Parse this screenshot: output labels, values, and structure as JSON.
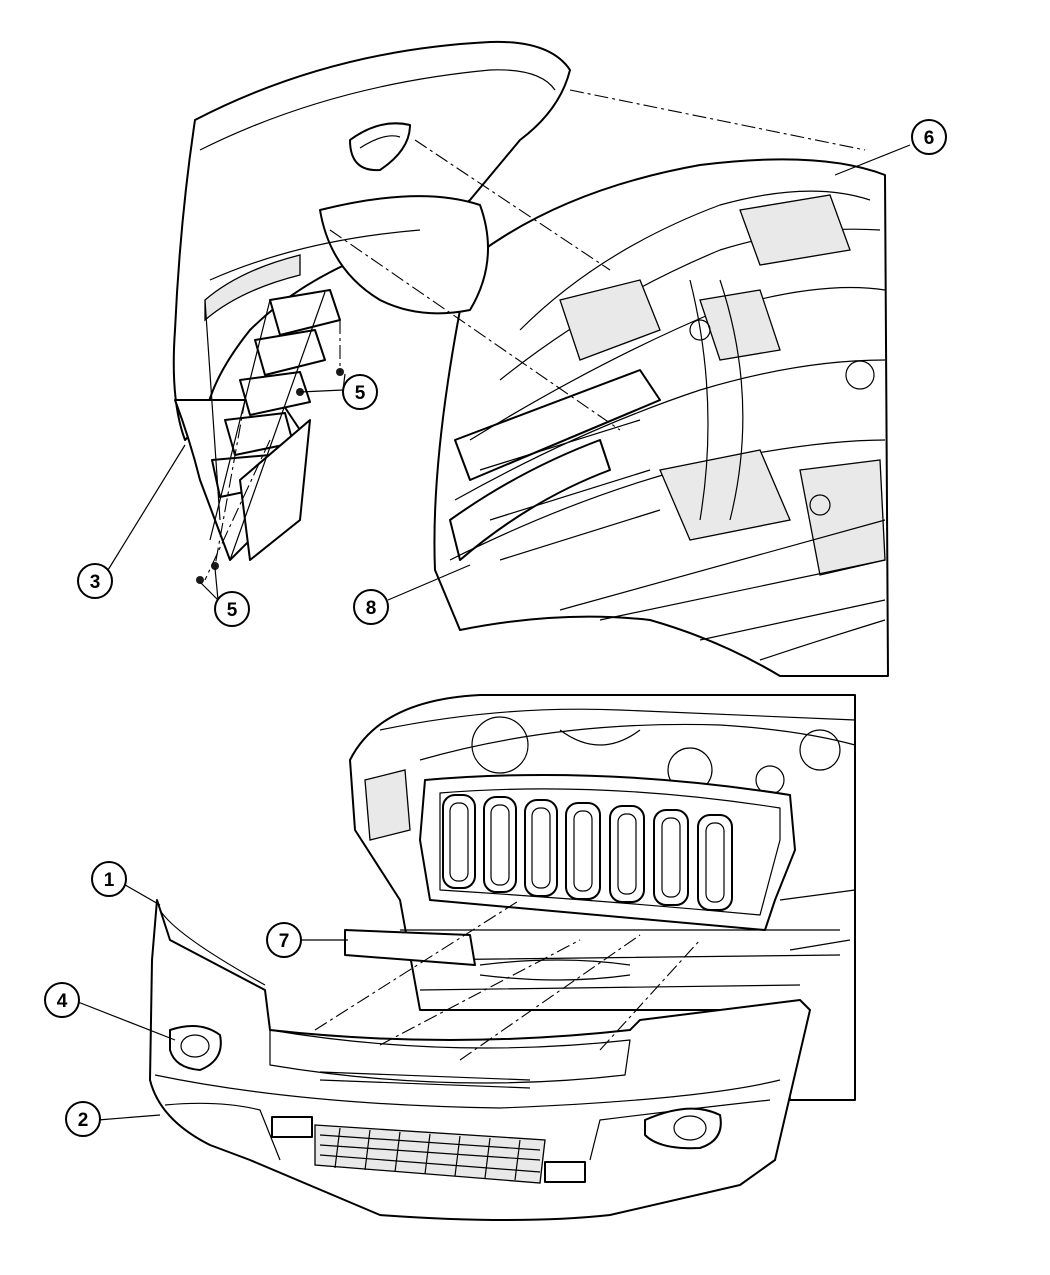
{
  "diagram": {
    "callouts": [
      {
        "id": "c1",
        "label": "1"
      },
      {
        "id": "c2",
        "label": "2"
      },
      {
        "id": "c3",
        "label": "3"
      },
      {
        "id": "c4",
        "label": "4"
      },
      {
        "id": "c5a",
        "label": "5"
      },
      {
        "id": "c5b",
        "label": "5"
      },
      {
        "id": "c6",
        "label": "6"
      },
      {
        "id": "c7",
        "label": "7"
      },
      {
        "id": "c8",
        "label": "8"
      }
    ]
  }
}
